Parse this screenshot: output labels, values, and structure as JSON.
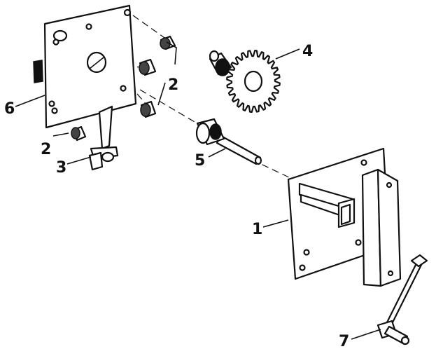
{
  "callouts": [
    {
      "id": "1",
      "text": "1"
    },
    {
      "id": "2a",
      "text": "2"
    },
    {
      "id": "2b",
      "text": "2"
    },
    {
      "id": "3",
      "text": "3"
    },
    {
      "id": "4",
      "text": "4"
    },
    {
      "id": "5",
      "text": "5"
    },
    {
      "id": "6",
      "text": "6"
    },
    {
      "id": "7",
      "text": "7"
    }
  ]
}
